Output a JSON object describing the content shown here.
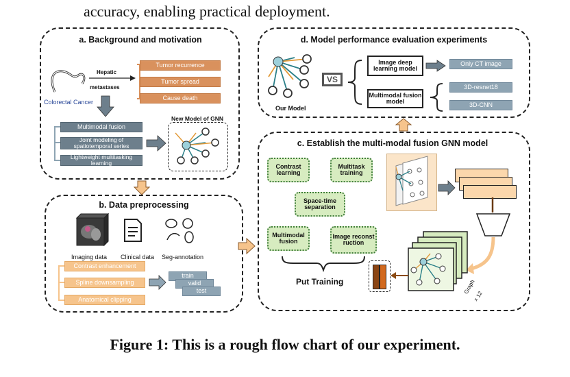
{
  "top_text": "accuracy, enabling practical deployment.",
  "caption": "Figure 1: This is a rough flow chart of our experiment.",
  "panel_a": {
    "title": "a. Background and motivation",
    "cancer_label": "Colorectal Cancer",
    "hepatic_label": "Hepatic",
    "metastases_label": "metastases",
    "outcomes": [
      "Tumor recurrence",
      "Tumor spread",
      "Cause death"
    ],
    "methods": [
      "Multimodal fusion",
      "Joint modeling of spatiotemporal series",
      "Lightweight multitasking learning"
    ],
    "gnn_label": "New Model of GNN"
  },
  "panel_b": {
    "title": "b. Data preprocessing",
    "icons": [
      "Imaging data",
      "Clinical data",
      "Seg-annotation"
    ],
    "steps": [
      "Contrast enhancement",
      "Spline downsampling",
      "Anatomical clipping"
    ],
    "splits": [
      "train",
      "valid",
      "test"
    ]
  },
  "panel_c": {
    "title": "c. Establish the multi-modal fusion GNN model",
    "modules": [
      "Contrast learning",
      "Multitask training",
      "Space-time separation",
      "Multimodal fusion",
      "Image reconstruction"
    ],
    "put_training": "Put Training",
    "graph_label": "Graph",
    "graph_count": "× 12"
  },
  "panel_d": {
    "title": "d. Model performance evaluation experiments",
    "our_model": "Our Model",
    "vs": "VS",
    "compare": [
      "Image deep learning model",
      "Multimodal fusion model"
    ],
    "results": [
      "Only CT image",
      "3D-resnet18",
      "3D-CNN"
    ]
  }
}
